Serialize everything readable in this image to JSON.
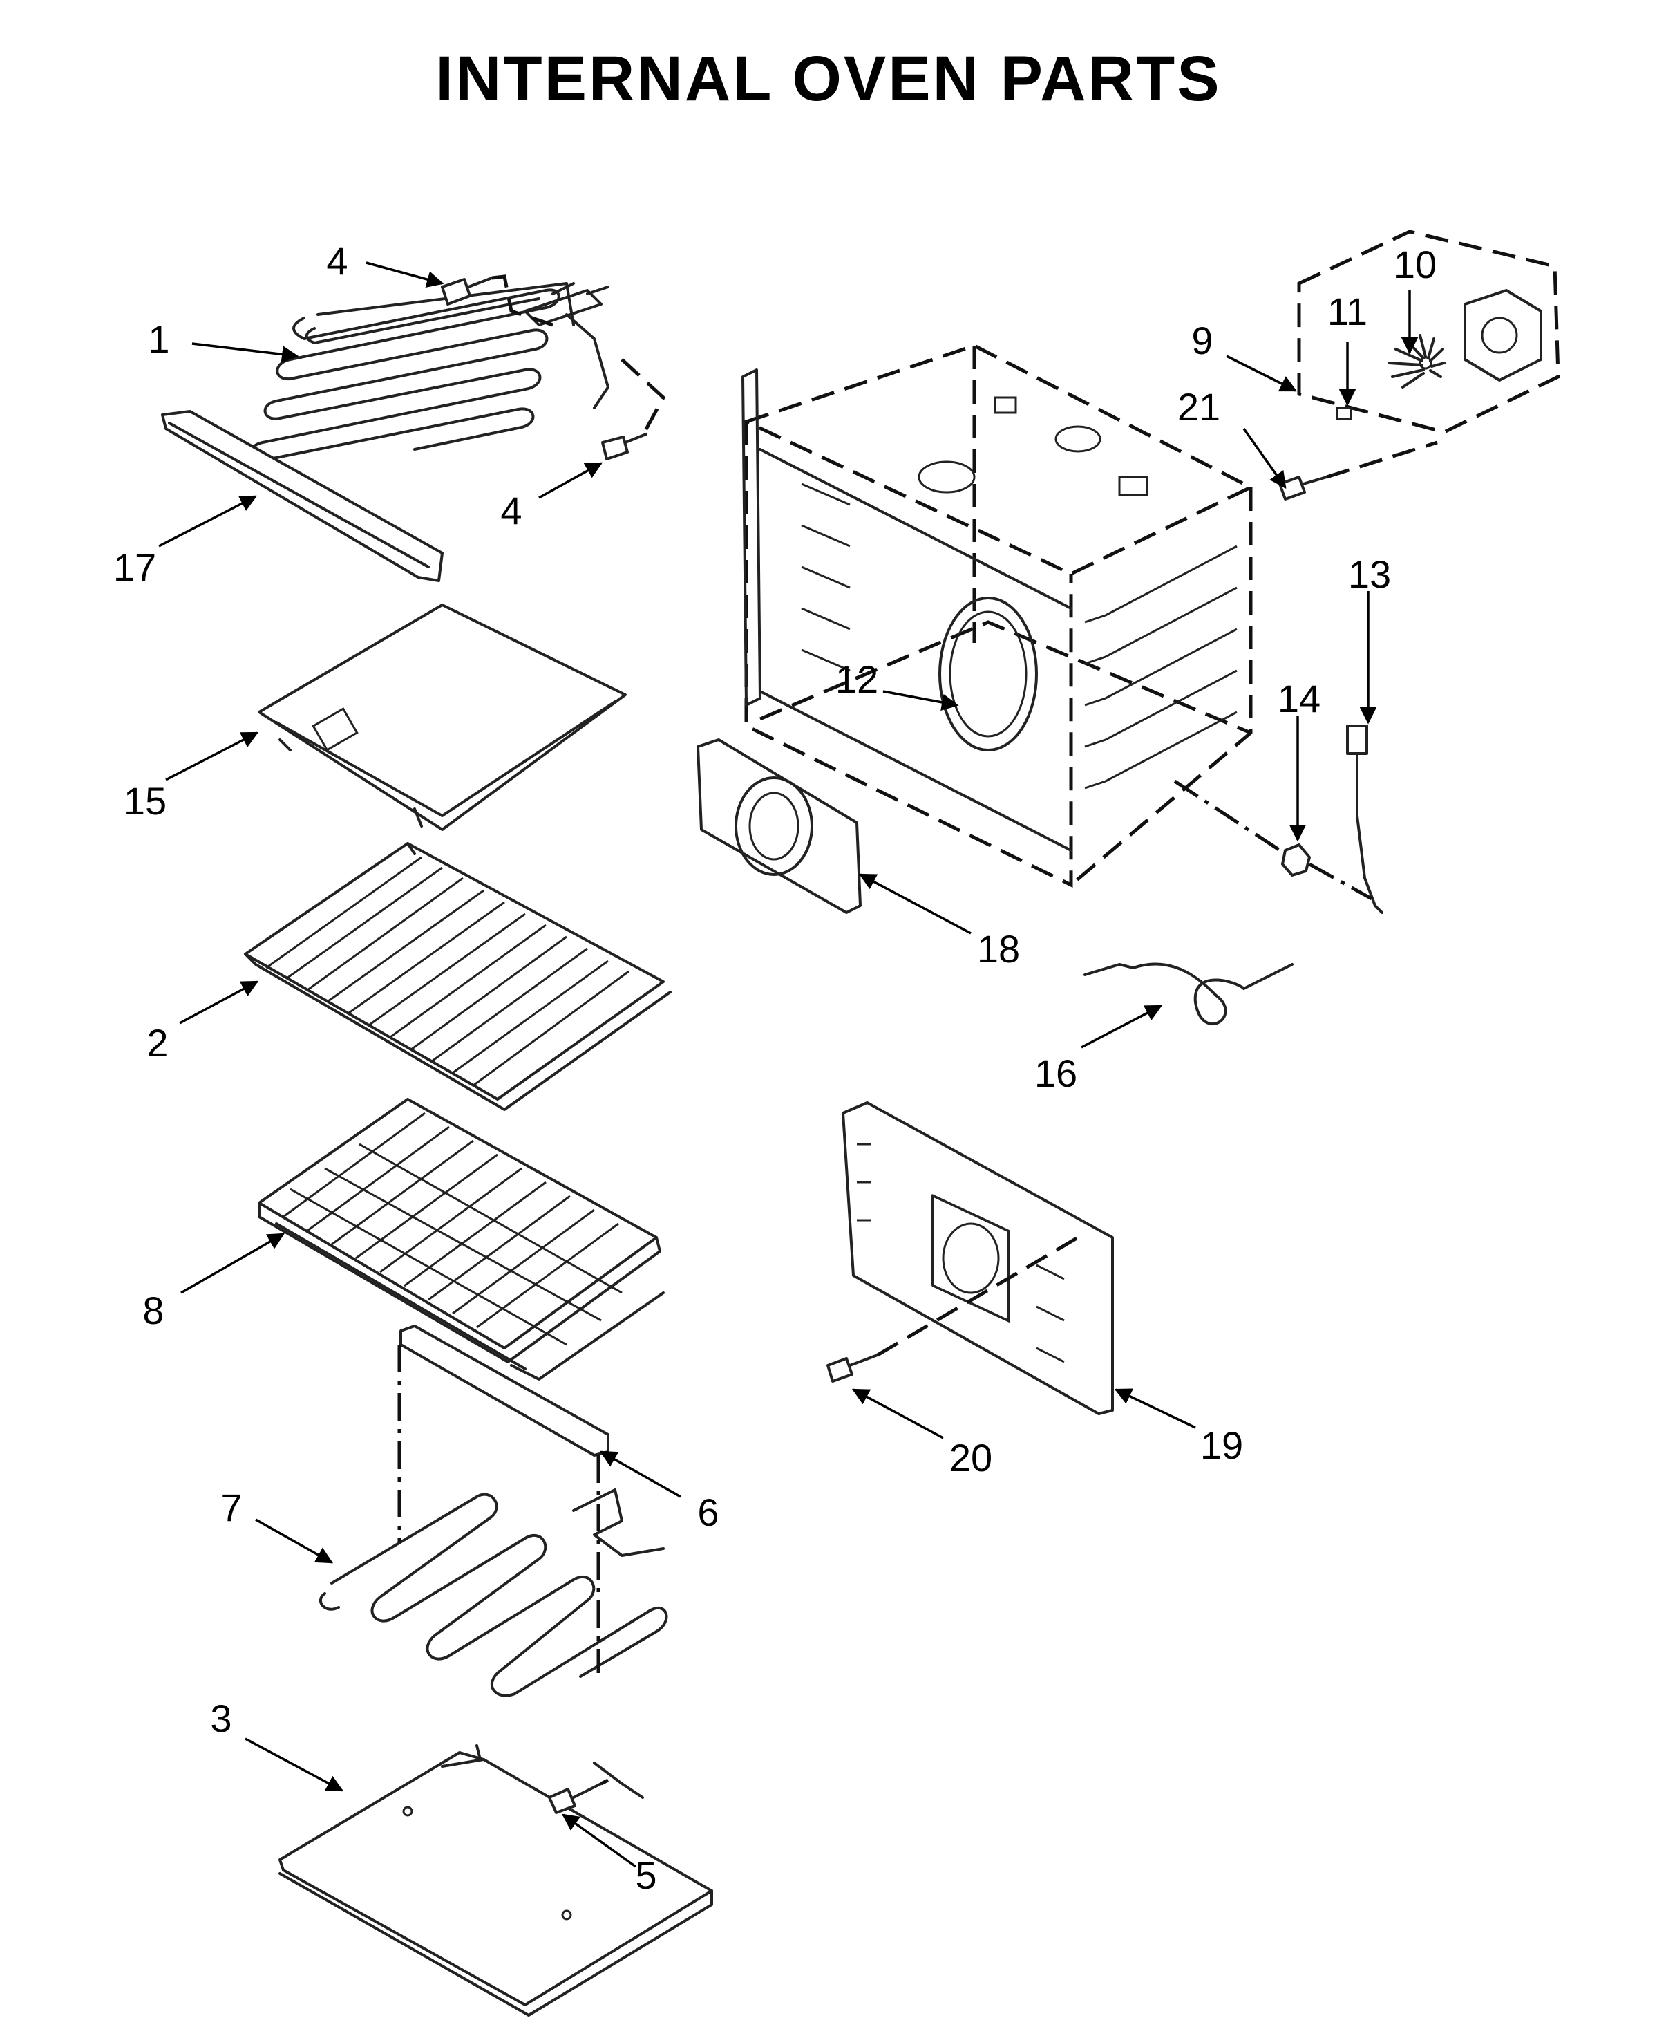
{
  "title": "INTERNAL OVEN PARTS",
  "callouts": [
    "1",
    "2",
    "3",
    "4",
    "4",
    "5",
    "6",
    "7",
    "8",
    "9",
    "10",
    "11",
    "12",
    "13",
    "14",
    "15",
    "16",
    "17",
    "18",
    "19",
    "20",
    "21"
  ]
}
